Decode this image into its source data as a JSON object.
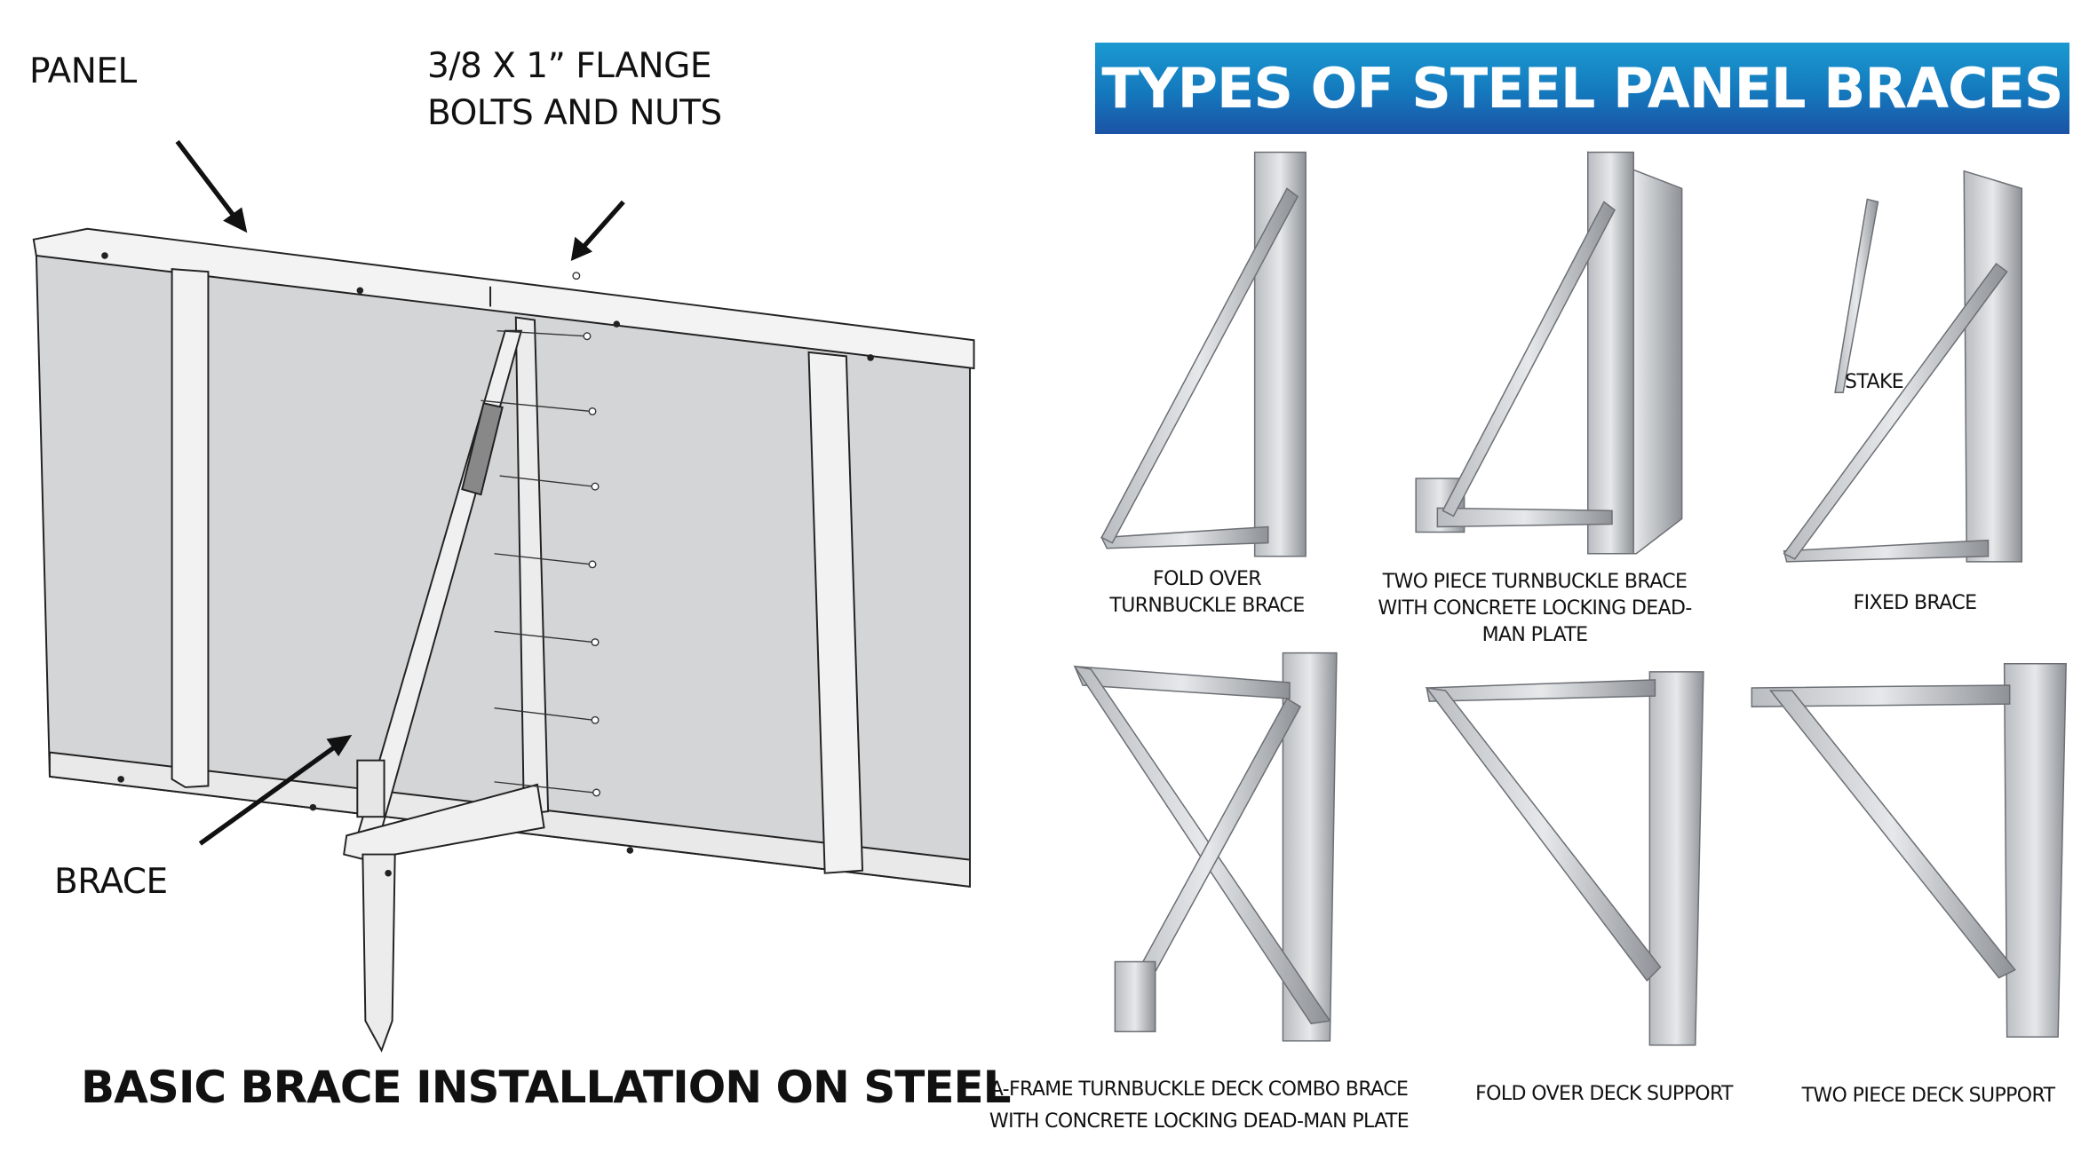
{
  "diagram": {
    "labels": {
      "panel": "PANEL",
      "bolts_line1": "3/8 X 1” FLANGE",
      "bolts_line2": "BOLTS AND NUTS",
      "brace": "BRACE"
    },
    "title": "BASIC BRACE INSTALLATION ON STEEL"
  },
  "catalog": {
    "title": "TYPES OF STEEL PANEL BRACES",
    "items": [
      {
        "lines": [
          "FOLD OVER",
          "TURNBUCKLE BRACE"
        ]
      },
      {
        "lines": [
          "TWO PIECE TURNBUCKLE BRACE",
          "WITH CONCRETE LOCKING DEAD-",
          "MAN PLATE"
        ]
      },
      {
        "lines": [
          "FIXED BRACE"
        ]
      },
      {
        "lines": [
          "A-FRAME TURNBUCKLE DECK COMBO BRACE",
          "WITH CONCRETE LOCKING DEAD-MAN PLATE"
        ]
      },
      {
        "lines": [
          "FOLD OVER DECK SUPPORT"
        ]
      },
      {
        "lines": [
          "TWO PIECE DECK SUPPORT"
        ]
      }
    ],
    "stake_label": "STAKE"
  }
}
